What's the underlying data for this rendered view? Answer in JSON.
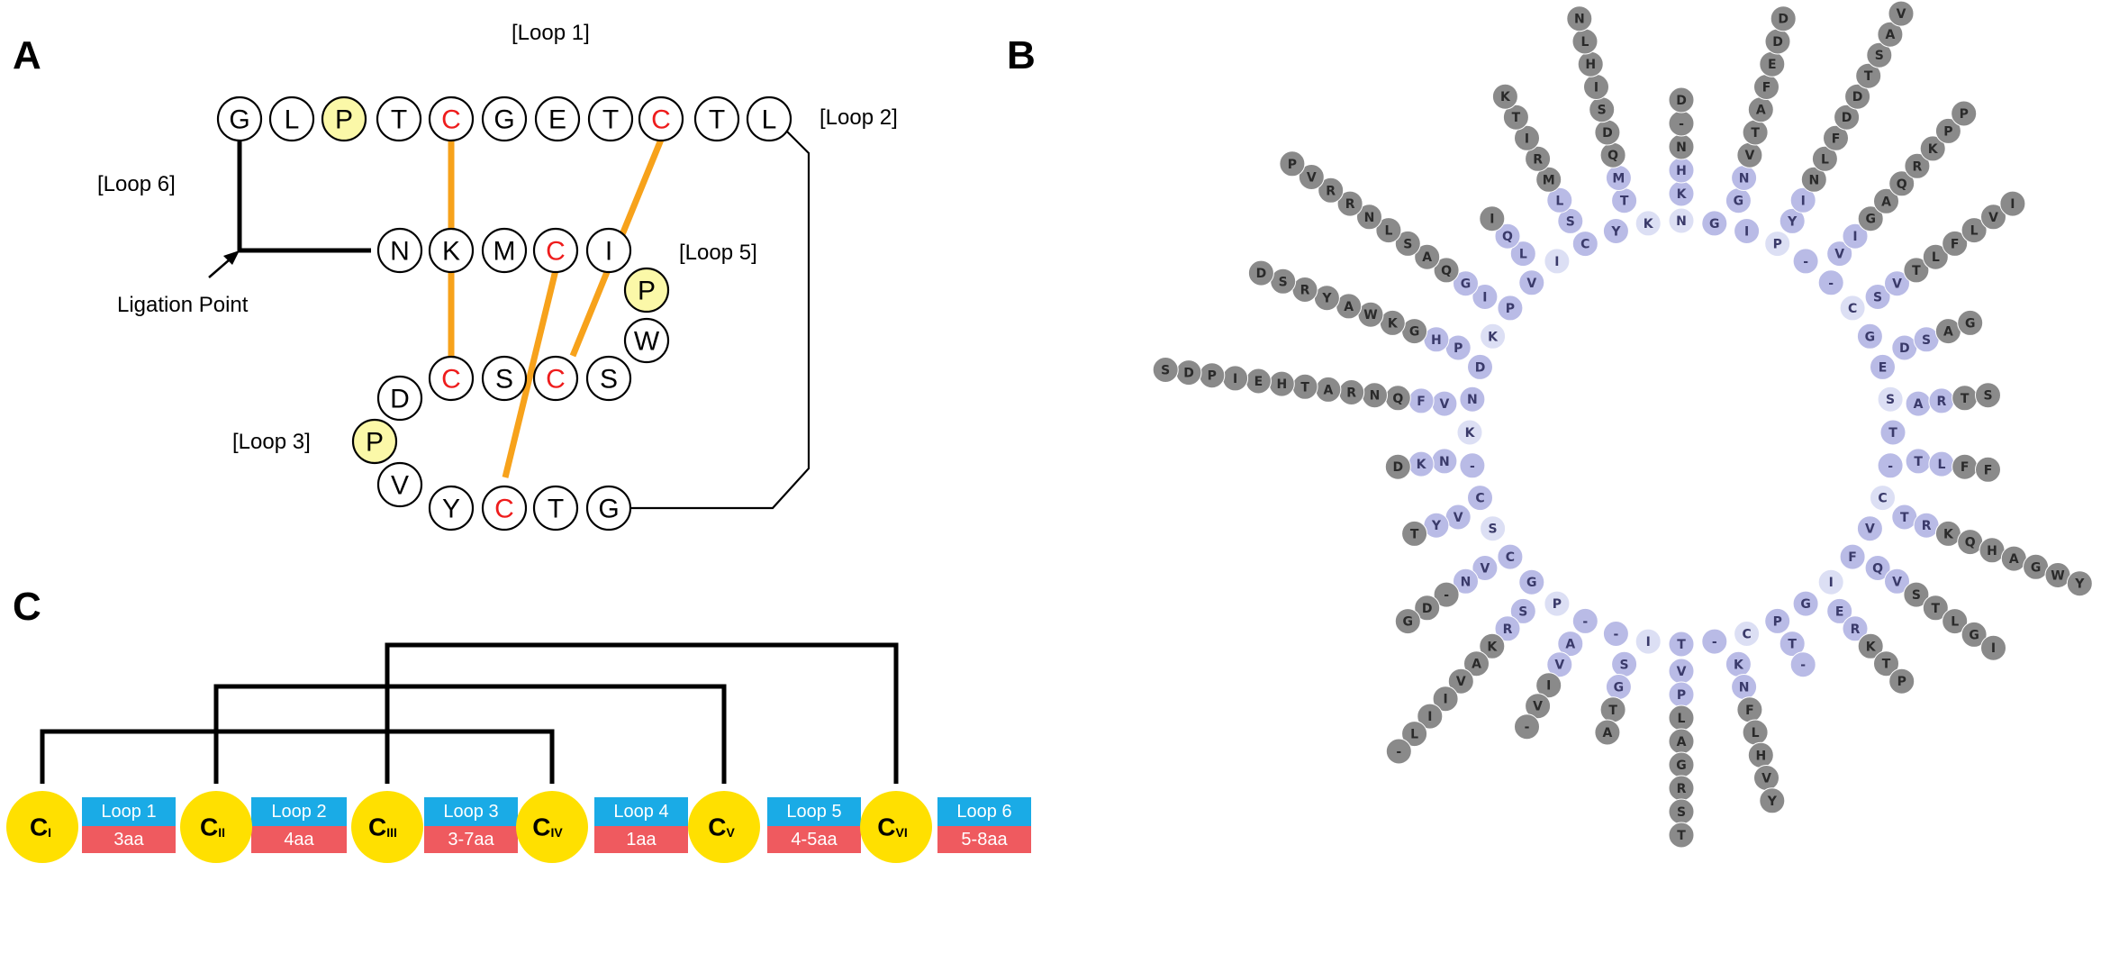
{
  "colors": {
    "cysteine_text": "#ee1c1c",
    "proline_fill": "#fbf8a8",
    "disulfide": "#f7a21b",
    "cys_circle": "#ffe000",
    "loop_top": "#1aabe6",
    "loop_bottom": "#ef5a5f",
    "wheel_outer": "#8a8a8a",
    "wheel_inner": "#b9bbe6",
    "wheel_core": "#dcdff4"
  },
  "panel_a": {
    "letter": "A",
    "loop_labels": [
      "[Loop 1]",
      "[Loop 2]",
      "[Loop 6]",
      "[Loop 5]",
      "[Loop 3]"
    ],
    "ligation_label": "Ligation Point",
    "residues": [
      {
        "aa": "G",
        "type": "normal"
      },
      {
        "aa": "L",
        "type": "normal"
      },
      {
        "aa": "P",
        "type": "pro"
      },
      {
        "aa": "T",
        "type": "normal"
      },
      {
        "aa": "C",
        "type": "cys"
      },
      {
        "aa": "G",
        "type": "normal"
      },
      {
        "aa": "E",
        "type": "normal"
      },
      {
        "aa": "T",
        "type": "normal"
      },
      {
        "aa": "C",
        "type": "cys"
      },
      {
        "aa": "T",
        "type": "normal"
      },
      {
        "aa": "L",
        "type": "normal"
      },
      {
        "aa": "N",
        "type": "normal"
      },
      {
        "aa": "K",
        "type": "normal"
      },
      {
        "aa": "M",
        "type": "normal"
      },
      {
        "aa": "C",
        "type": "cys"
      },
      {
        "aa": "I",
        "type": "normal"
      },
      {
        "aa": "P",
        "type": "pro"
      },
      {
        "aa": "W",
        "type": "normal"
      },
      {
        "aa": "C",
        "type": "cys"
      },
      {
        "aa": "S",
        "type": "normal"
      },
      {
        "aa": "C",
        "type": "cys"
      },
      {
        "aa": "S",
        "type": "normal"
      },
      {
        "aa": "D",
        "type": "normal"
      },
      {
        "aa": "P",
        "type": "pro"
      },
      {
        "aa": "V",
        "type": "normal"
      },
      {
        "aa": "Y",
        "type": "normal"
      },
      {
        "aa": "C",
        "type": "cys"
      },
      {
        "aa": "T",
        "type": "normal"
      },
      {
        "aa": "G",
        "type": "normal"
      }
    ]
  },
  "panel_b": {
    "letter": "B",
    "core_ring": [
      "N",
      "G",
      "I",
      "P",
      "-",
      "-",
      "C",
      "G",
      "E",
      "S",
      "T",
      "-",
      "C",
      "V",
      "F",
      "I",
      "G",
      "P",
      "C",
      "-",
      "T",
      "I",
      "-",
      "-",
      "P",
      "G",
      "C",
      "S",
      "C",
      "-",
      "K",
      "N",
      "D",
      "K",
      "P",
      "V",
      "I",
      "C",
      "Y",
      "K"
    ],
    "spokes": [
      "KHN-D",
      "GNVTAFEDDS-",
      "YINLFDDTSAV",
      "VIGAQRKPP",
      "SVTLFLVI",
      "DSAG",
      "ARTS",
      "TLFF",
      "TRKQHAGWYLF",
      "QVSTLGI",
      "ERKTP",
      "T-",
      "KNFLHVY",
      "VPLAGRST",
      "SGTA",
      "AVIV-",
      "SRKAVIIL-",
      "VN-DG",
      "VYT",
      "NKD",
      "VFQNRATHEIPDS",
      "PHGKWAYRSD",
      "IGQASLNRRVP",
      "LQI",
      "SLMRITK",
      "TMQDSIHLNR"
    ]
  }
}
